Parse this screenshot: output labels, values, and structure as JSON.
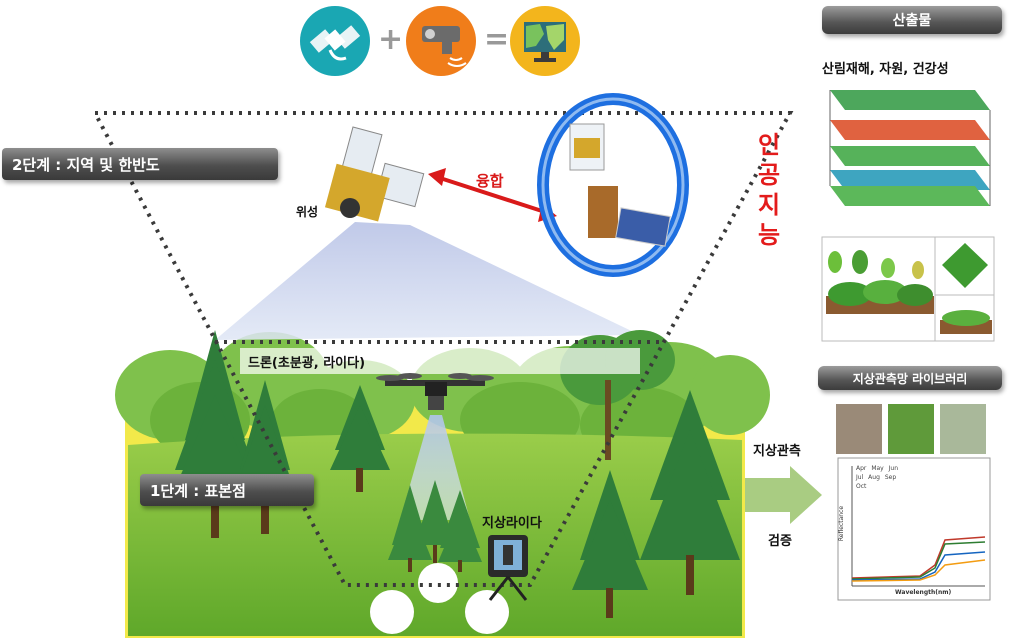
{
  "stage2_label": "2단계 : 지역 및 한반도",
  "stage1_label": "1단계 : 표본점",
  "satellite_label": "위성",
  "fusion_label": "융합",
  "ai_chars": [
    "인",
    "공",
    "지",
    "능"
  ],
  "drone_label": "드론(초분광, 라이다)",
  "ground_lidar_label": "지상라이다",
  "ground_obs_label": "지상관측",
  "verify_label": "검증",
  "outputs": {
    "header": "산출물",
    "subtitle": "산림재해, 자원, 건강성"
  },
  "library": {
    "header": "지상관측망 라이브러리"
  },
  "spectral_chart": {
    "legend": [
      "Apr",
      "May",
      "Jun",
      "Jul",
      "Aug",
      "Sep",
      "Oct"
    ],
    "xlabel": "Wavelength(nm)",
    "ylabel": "Reflectance"
  },
  "colors": {
    "ai_red": "#e31b1b",
    "fusion_red": "#d91a1a",
    "ring_blue": "#1e6fe0",
    "icon_teal": "#1aa7b3",
    "icon_orange": "#f07d1a",
    "icon_yellow": "#f3b51c"
  },
  "icons": [
    "satellite-icon",
    "camera-sensor-icon",
    "monitor-map-icon"
  ]
}
